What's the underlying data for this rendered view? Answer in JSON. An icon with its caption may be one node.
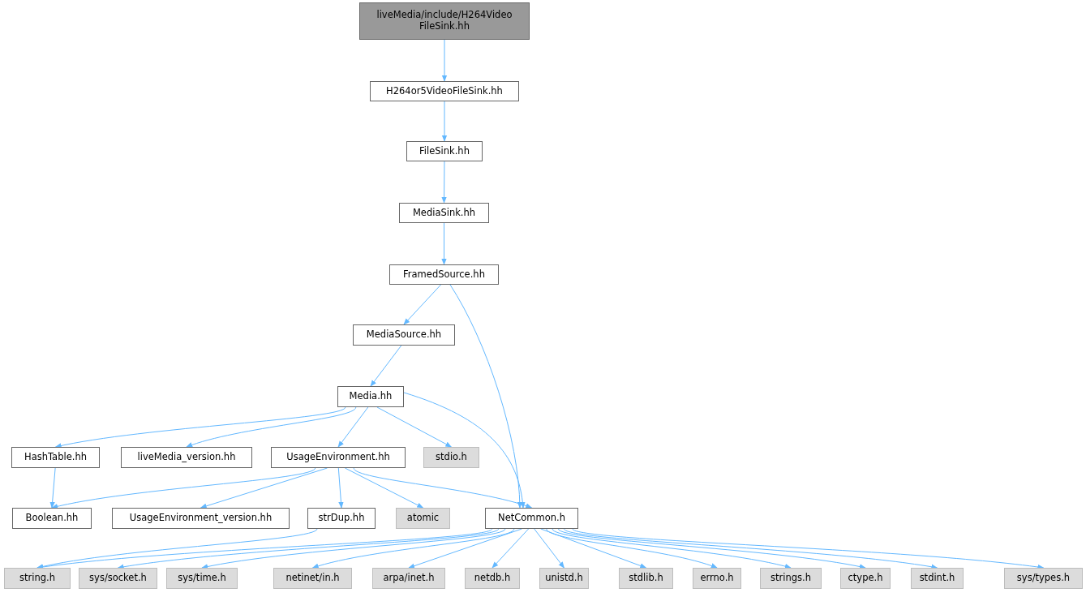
{
  "diagram": {
    "nodes": [
      {
        "text": [
          "liveMedia/include/H264Video FileSink.hh"
        ]
      },
      {
        "text": [
          "H264or5VideoFileSink.hh"
        ]
      },
      {
        "text": [
          "FileSink.hh"
        ]
      },
      {
        "text": [
          "MediaSink.hh"
        ]
      },
      {
        "text": [
          "FramedSource.hh"
        ]
      },
      {
        "text": [
          "MediaSource.hh"
        ]
      },
      {
        "text": [
          "Media.hh"
        ]
      },
      {
        "text": [
          "HashTable.hh"
        ]
      },
      {
        "text": [
          "liveMedia_version.hh"
        ]
      },
      {
        "text": [
          "UsageEnvironment.hh"
        ]
      },
      {
        "text": [
          "stdio.h"
        ]
      },
      {
        "text": [
          "Boolean.hh"
        ]
      },
      {
        "text": [
          "UsageEnvironment_version.hh"
        ]
      },
      {
        "text": [
          "strDup.hh"
        ]
      },
      {
        "text": [
          "atomic"
        ]
      },
      {
        "text": [
          "NetCommon.h"
        ]
      },
      {
        "text": [
          "string.h"
        ]
      },
      {
        "text": [
          "sys/socket.h"
        ]
      },
      {
        "text": [
          "sys/time.h"
        ]
      },
      {
        "text": [
          "netinet/in.h"
        ]
      },
      {
        "text": [
          "arpa/inet.h"
        ]
      },
      {
        "text": [
          "netdb.h"
        ]
      },
      {
        "text": [
          "unistd.h"
        ]
      },
      {
        "text": [
          "stdlib.h"
        ]
      },
      {
        "text": [
          "errno.h"
        ]
      },
      {
        "text": [
          "strings.h"
        ]
      },
      {
        "text": [
          "ctype.h"
        ]
      },
      {
        "text": [
          "stdint.h"
        ]
      },
      {
        "text": [
          "sys/types.h"
        ]
      }
    ],
    "edges": [
      {
        "from": 0,
        "to": 1,
        "arrow": "to"
      },
      {
        "from": 1,
        "to": 2,
        "arrow": "to"
      },
      {
        "from": 2,
        "to": 3,
        "arrow": "to"
      },
      {
        "from": 3,
        "to": 4,
        "arrow": "to"
      },
      {
        "from": 4,
        "to": 5,
        "arrow": "to"
      },
      {
        "from": 4,
        "to": 15,
        "arrow": "to"
      },
      {
        "from": 5,
        "to": 6,
        "arrow": "to"
      },
      {
        "from": 6,
        "to": 7,
        "arrow": "to"
      },
      {
        "from": 6,
        "to": 8,
        "arrow": "to"
      },
      {
        "from": 6,
        "to": 9,
        "arrow": "to"
      },
      {
        "from": 6,
        "to": 10,
        "arrow": "to"
      },
      {
        "from": 6,
        "to": 15,
        "arrow": "to"
      },
      {
        "from": 7,
        "to": 11,
        "arrow": "to"
      },
      {
        "from": 9,
        "to": 11,
        "arrow": "to"
      },
      {
        "from": 9,
        "to": 12,
        "arrow": "to"
      },
      {
        "from": 9,
        "to": 13,
        "arrow": "to"
      },
      {
        "from": 9,
        "to": 14,
        "arrow": "to"
      },
      {
        "from": 9,
        "to": 15,
        "arrow": "to"
      },
      {
        "from": 13,
        "to": 16,
        "arrow": "to"
      },
      {
        "from": 15,
        "to": 16,
        "arrow": "to"
      },
      {
        "from": 15,
        "to": 17,
        "arrow": "to"
      },
      {
        "from": 15,
        "to": 18,
        "arrow": "to"
      },
      {
        "from": 15,
        "to": 19,
        "arrow": "to"
      },
      {
        "from": 15,
        "to": 20,
        "arrow": "to"
      },
      {
        "from": 15,
        "to": 21,
        "arrow": "to"
      },
      {
        "from": 15,
        "to": 22,
        "arrow": "to"
      },
      {
        "from": 15,
        "to": 23,
        "arrow": "to"
      },
      {
        "from": 15,
        "to": 24,
        "arrow": "to"
      },
      {
        "from": 15,
        "to": 25,
        "arrow": "to"
      },
      {
        "from": 15,
        "to": 26,
        "arrow": "to"
      },
      {
        "from": 15,
        "to": 27,
        "arrow": "to"
      },
      {
        "from": 15,
        "to": 28,
        "arrow": "to"
      }
    ]
  }
}
